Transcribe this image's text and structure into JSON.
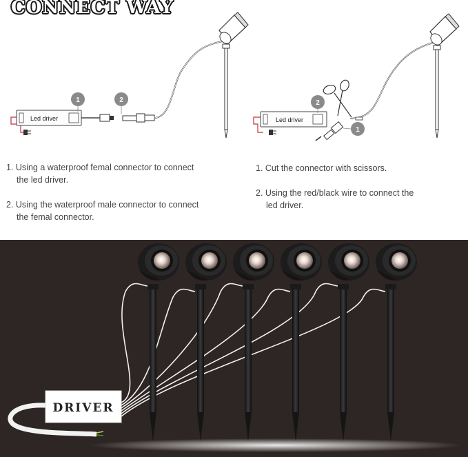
{
  "title": "CONNECT WAY",
  "left": {
    "driver_label": "Led driver",
    "badges": [
      "1",
      "2"
    ],
    "steps": [
      {
        "line1": "1. Using a waterproof femal connector to connect",
        "line2": "the led driver."
      },
      {
        "line1": "2. Using the waterproof male connector to connect",
        "line2": "the  femal connector."
      }
    ]
  },
  "right": {
    "driver_label": "Led driver",
    "badges": [
      "2",
      "1"
    ],
    "steps": [
      {
        "line1": "1. Cut the connector with scissors.",
        "line2": ""
      },
      {
        "line1": "2. Using the red/black wire to connect the",
        "line2": "led driver."
      }
    ]
  },
  "photo": {
    "driver_box_label": "DRIVER",
    "lights_count": 6
  },
  "colors": {
    "badge": "#8a8a8a",
    "photo_bg": "#2e2624",
    "line": "#555555"
  }
}
